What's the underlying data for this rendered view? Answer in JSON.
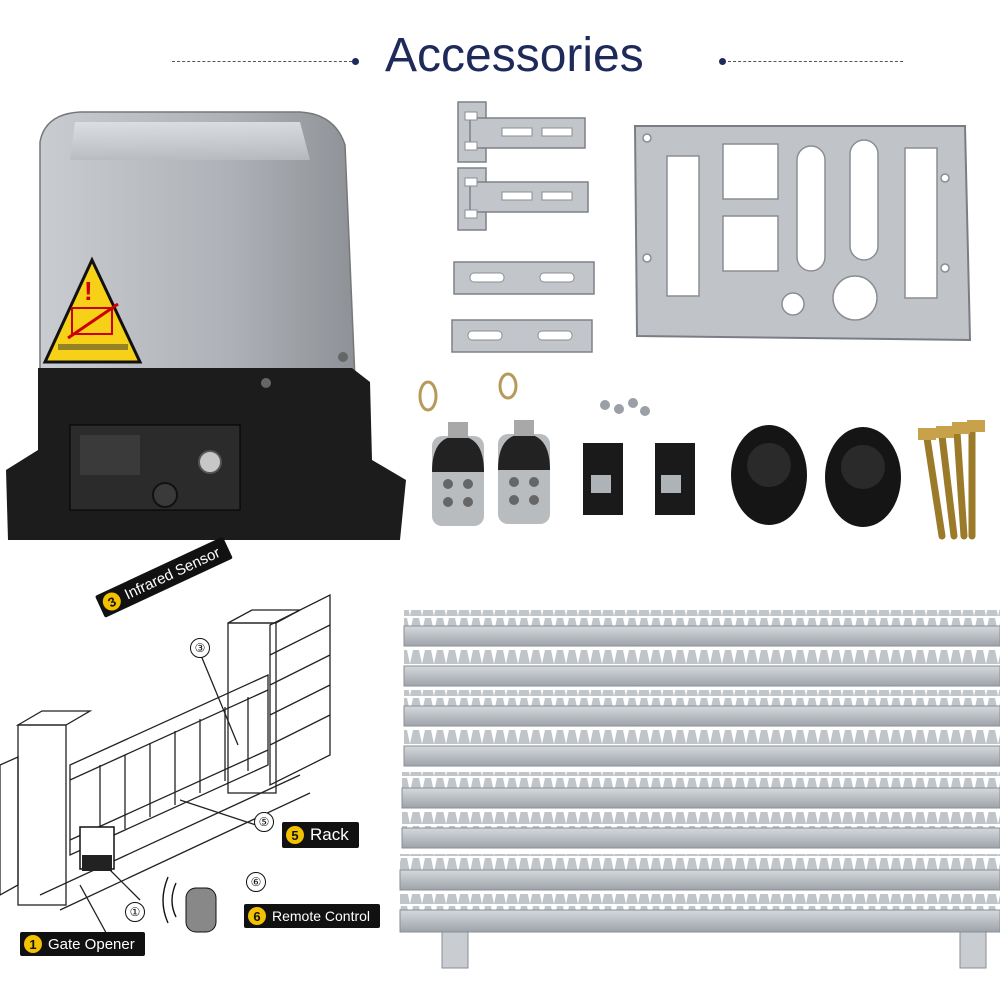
{
  "header": {
    "title": "Accessories"
  },
  "diagram": {
    "labels": [
      {
        "num": "3",
        "text": "Infrared Sensor"
      },
      {
        "num": "5",
        "text": "Rack"
      },
      {
        "num": "6",
        "text": "Remote Control"
      },
      {
        "num": "1",
        "text": "Gate Opener"
      }
    ],
    "markers": [
      "③",
      "⑤",
      "⑥",
      "①"
    ]
  },
  "colors": {
    "title": "#1e2a5a",
    "badge": "#f2c200",
    "metal": "#b9bec4",
    "housing_black": "#1c1c1c",
    "housing_gray": "#a9adb2"
  },
  "warning_sign_text": "!"
}
